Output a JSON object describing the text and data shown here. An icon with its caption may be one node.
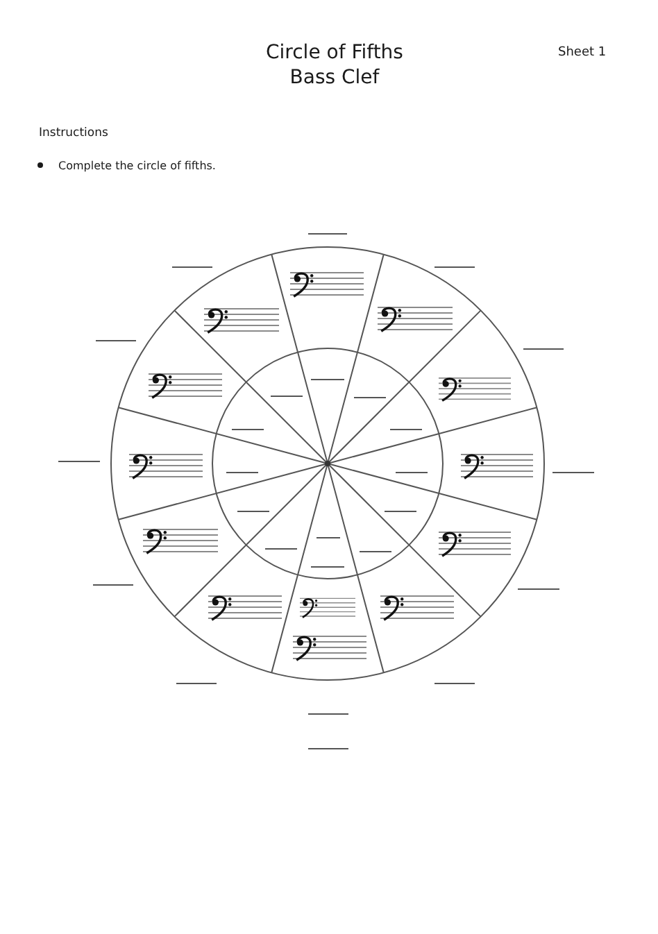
{
  "diagram": {
    "title": "Circle of Fifths",
    "labels": [
      "Bass Clef",
      "Sheet 1",
      "Instructions",
      "Complete the circle of fifths."
    ]
  }
}
